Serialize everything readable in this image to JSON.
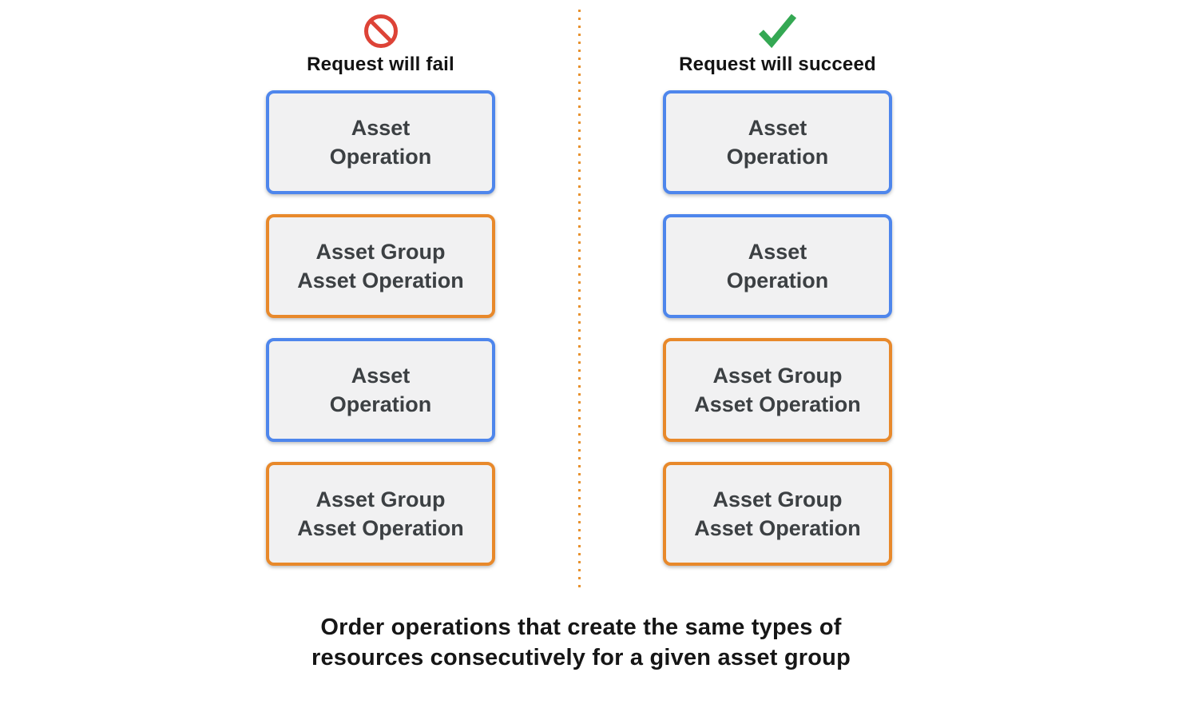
{
  "columns": [
    {
      "id": "fail",
      "icon": "prohibition-icon",
      "header": "Request will fail",
      "boxes": [
        {
          "type": "asset-operation",
          "style": "blue",
          "line1": "Asset",
          "line2": "Operation"
        },
        {
          "type": "asset-group-operation",
          "style": "orange",
          "line1": "Asset Group",
          "line2": "Asset Operation"
        },
        {
          "type": "asset-operation",
          "style": "blue",
          "line1": "Asset",
          "line2": "Operation"
        },
        {
          "type": "asset-group-operation",
          "style": "orange",
          "line1": "Asset Group",
          "line2": "Asset Operation"
        }
      ]
    },
    {
      "id": "succeed",
      "icon": "checkmark-icon",
      "header": "Request will succeed",
      "boxes": [
        {
          "type": "asset-operation",
          "style": "blue",
          "line1": "Asset",
          "line2": "Operation"
        },
        {
          "type": "asset-operation",
          "style": "blue",
          "line1": "Asset",
          "line2": "Operation"
        },
        {
          "type": "asset-group-operation",
          "style": "orange",
          "line1": "Asset Group",
          "line2": "Asset Operation"
        },
        {
          "type": "asset-group-operation",
          "style": "orange",
          "line1": "Asset Group",
          "line2": "Asset Operation"
        }
      ]
    }
  ],
  "caption": {
    "line1": "Order operations that create the same types of",
    "line2": "resources consecutively for a given asset group"
  },
  "colors": {
    "asset_operation_border": "#4e86ec",
    "asset_group_operation_border": "#e8892b",
    "box_background": "#f1f1f2",
    "box_text": "#3c4043",
    "divider_dot": "#e8922f",
    "fail_icon_red": "#dd4337",
    "succeed_icon_green": "#34a853",
    "heading_text": "#131313"
  }
}
